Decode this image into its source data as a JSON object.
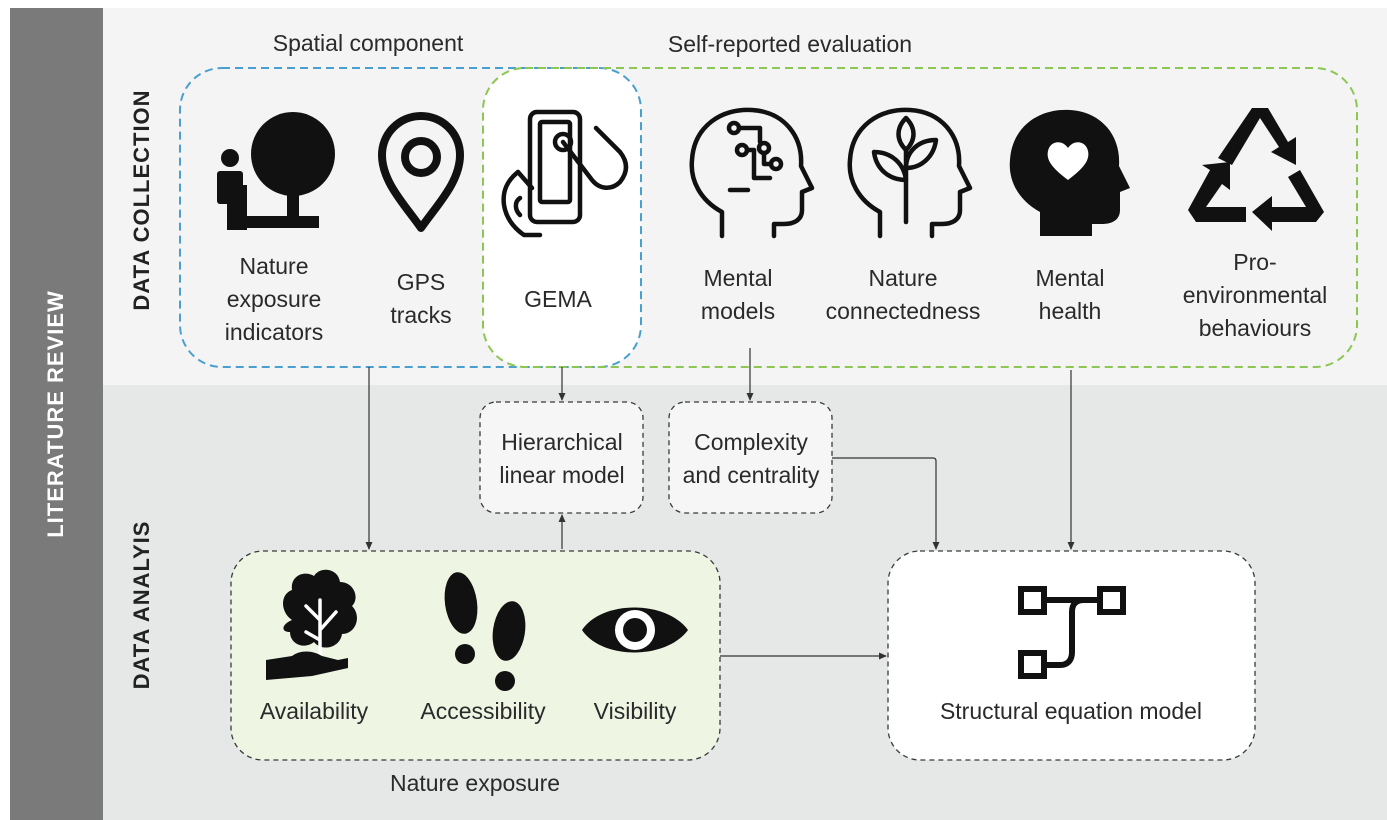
{
  "side_label": "LITERATURE REVIEW",
  "sections": {
    "collection": "DATA COLLECTION",
    "analysis": "DATA ANALYIS"
  },
  "groups": {
    "spatial": "Spatial component",
    "self_reported": "Self-reported evaluation",
    "nature_exposure": "Nature exposure"
  },
  "collection_items": {
    "nature_exposure_indicators": "Nature\nexposure\nindicators",
    "gps_tracks": "GPS\ntracks",
    "gema": "GEMA",
    "mental_models": "Mental\nmodels",
    "nature_connectedness": "Nature\nconnectedness",
    "mental_health": "Mental\nhealth",
    "pro_environmental": "Pro-\nenvironmental\nbehaviours"
  },
  "analysis_items": {
    "hierarchical_linear_model": "Hierarchical\nlinear model",
    "complexity_centrality": "Complexity\nand centrality",
    "availability": "Availability",
    "accessibility": "Accessibility",
    "visibility": "Visibility",
    "structural_equation_model": "Structural equation model"
  },
  "colors": {
    "spatial_border": "#4a9fd1",
    "self_reported_border": "#8cc653",
    "nature_box_fill": "#eef6e3",
    "side_band": "#7a7a7a"
  }
}
